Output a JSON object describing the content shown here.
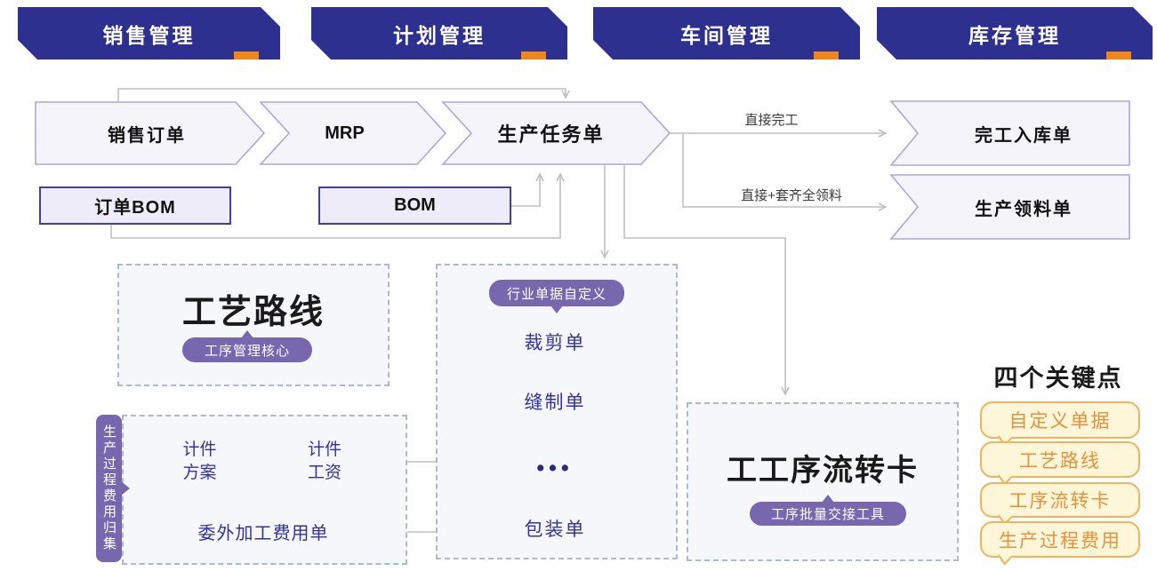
{
  "banners": {
    "items": [
      "销售管理",
      "计划管理",
      "车间管理",
      "库存管理"
    ]
  },
  "flow": {
    "sales_order": "销售订单",
    "mrp": "MRP",
    "production_task": "生产任务单",
    "order_bom": "订单BOM",
    "bom": "BOM",
    "finished_goods_receipt": "完工入库单",
    "production_picking": "生产领料单",
    "label_direct_finish": "直接完工",
    "label_direct_pick": "直接+套齐全领料"
  },
  "process_route": {
    "title": "工艺路线",
    "badge": "工序管理核心"
  },
  "industry_docs": {
    "badge": "行业单据自定义",
    "items": [
      "裁剪单",
      "缝制单",
      "•••",
      "包装单"
    ]
  },
  "cost_collection": {
    "tab": "生产过程费用归集",
    "piece_plan": "计件方案",
    "piece_wage": "计件工资",
    "outsourcing_fee": "委外加工费用单"
  },
  "flow_card": {
    "title": "工工序流转卡",
    "badge": "工序批量交接工具"
  },
  "key_points": {
    "title": "四个关键点",
    "items": [
      "自定义单据",
      "工艺路线",
      "工序流转卡",
      "生产过程费用"
    ]
  },
  "colors": {
    "banner_blue": "#2D308F",
    "accent_orange": "#F08519",
    "badge_purple": "#7767AF",
    "node_border_purple": "#4B4AA5",
    "chevron_border": "#ABA7DB",
    "chevron_fill": "#F5F4FB",
    "bom_border": "#413FA0",
    "dashed_border": "#AEB8CF",
    "panel_fill": "#F5F7FA",
    "connector_gray": "#BFBFBF",
    "bubble_fill": "#FDF6D8",
    "bubble_border": "#F2B35C",
    "bubble_text": "#E8913C"
  }
}
